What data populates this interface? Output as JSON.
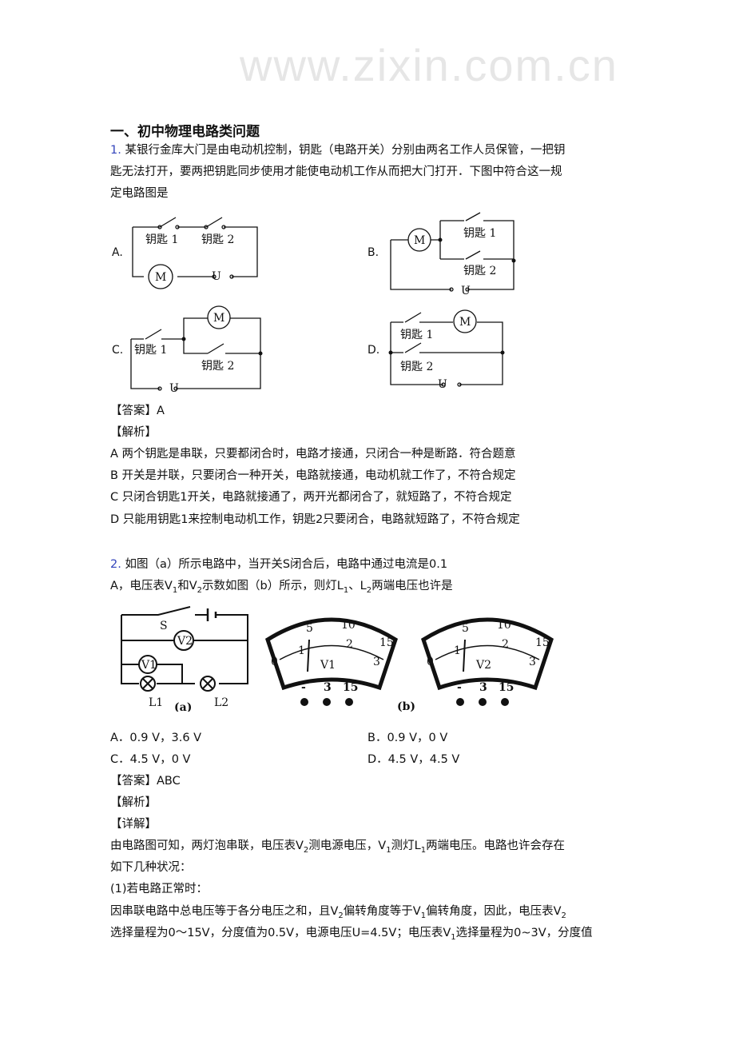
{
  "section_title": "一、初中物理电路类问题",
  "q1": {
    "number": "1.",
    "lines": [
      "某银行金库大门是由电动机控制，钥匙（电路开关）分别由两名工作人员保管，一把钥",
      "匙无法打开，要两把钥匙同步使用才能使电动机工作从而把大门打开．下图中符合这一规",
      "定电路图是"
    ],
    "options": [
      {
        "letter": "A."
      },
      {
        "letter": "B."
      },
      {
        "letter": "C."
      },
      {
        "letter": "D."
      }
    ],
    "labels": {
      "key1": "钥匙 1",
      "key2": "钥匙 2",
      "motor": "M",
      "source": "U"
    },
    "answer": "【答案】A",
    "analysis_label": "【解析】",
    "analysis": [
      "A 两个钥匙是串联，只要都闭合时，电路才接通，只闭合一种是断路．符合题意",
      "B 开关是并联，只要闭合一种开关，电路就接通，电动机就工作了，不符合规定",
      "C 只闭合钥匙1开关，电路就接通了，两开光都闭合了，就短路了，不符合规定",
      "D 只能用钥匙1来控制电动机工作，钥匙2只要闭合，电路就短路了，不符合规定"
    ]
  },
  "watermark": "www.zixin.com.cn",
  "q2": {
    "number": "2.",
    "line1": "如图（a）所示电路中，当开关S闭合后，电路中通过电流是0.1",
    "line2": [
      "A，电压表V",
      "1",
      "和V",
      "2",
      "示数如图（b）所示，则灯L",
      "1",
      "、L",
      "2",
      "两端电压也许是"
    ],
    "fig_labels": {
      "switch": "S",
      "v1": "V1",
      "v2": "V2",
      "l1": "L1",
      "l2": "L2",
      "a": "(a)",
      "b": "(b)",
      "scale": [
        "0",
        "5",
        "10",
        "15",
        "1",
        "2",
        "3"
      ],
      "terminals": [
        "-",
        "3",
        "15"
      ]
    },
    "options": [
      {
        "text": "A．0.9 V，3.6 V"
      },
      {
        "text": "B．0.9 V，0 V"
      },
      {
        "text": "C．4.5 V，0 V"
      },
      {
        "text": "D．4.5 V，4.5 V"
      }
    ],
    "answer": "【答案】ABC",
    "analysis_label": "【解析】",
    "detail_label": "【详解】",
    "detail": [
      [
        "由电路图可知，两灯泡串联，电压表V",
        "2",
        "测电源电压，V",
        "1",
        "测灯L",
        "1",
        "两端电压。电路也许会存在"
      ],
      [
        "如下几种状况："
      ],
      [
        "(1)若电路正常时："
      ],
      [
        "因串联电路中总电压等于各分电压之和，且V",
        "2",
        "偏转角度等于V",
        "1",
        "偏转角度，因此，电压表V",
        "2"
      ],
      [
        "选择量程为0～15V，分度值为0.5V，电源电压U=4.5V；电压表V",
        "1",
        "选择量程为0~3V，分度值"
      ]
    ]
  }
}
